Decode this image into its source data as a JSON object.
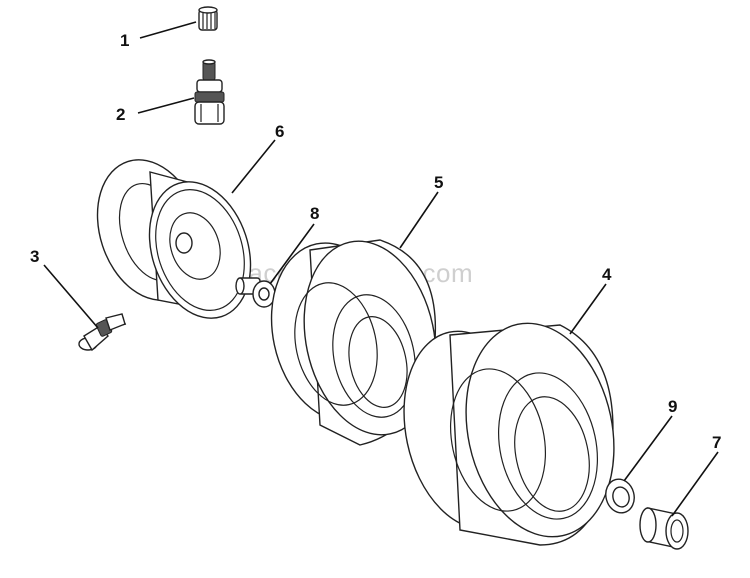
{
  "watermark": "eReplacementParts.com",
  "parts": {
    "p1": {
      "label": "1"
    },
    "p2": {
      "label": "2"
    },
    "p3": {
      "label": "3"
    },
    "p4": {
      "label": "4"
    },
    "p5": {
      "label": "5"
    },
    "p6": {
      "label": "6"
    },
    "p7": {
      "label": "7"
    },
    "p8": {
      "label": "8"
    },
    "p9": {
      "label": "9"
    }
  }
}
